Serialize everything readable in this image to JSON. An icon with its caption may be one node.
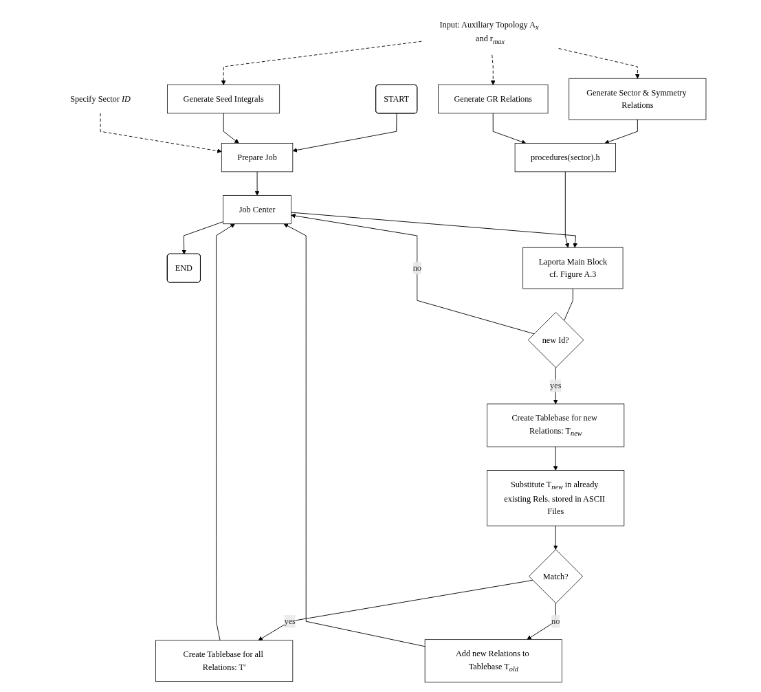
{
  "diagram": {
    "nodes": [
      {
        "text": [
          "START"
        ]
      },
      {
        "text": [
          "Generate Seed Integrals"
        ]
      },
      {
        "text": [
          "Prepare Job"
        ]
      },
      {
        "text": [
          "Specify Sector *ID*"
        ]
      },
      {
        "text": [
          "Input: Auxiliary Topology A$_{x}$ and r$_{max}$"
        ]
      },
      {
        "text": [
          "Job Center"
        ]
      },
      {
        "text": [
          "Create Tablebase for all Relations: T′"
        ]
      },
      {
        "text": [
          "END"
        ]
      },
      {
        "text": [
          "Add new Relations to Tablebase T$_{old}$"
        ]
      },
      {
        "text": [
          "Match?"
        ]
      },
      {
        "text": [
          "Generate Sector & Symmetry Relations"
        ]
      },
      {
        "text": [
          "Laporta Main Block",
          "cf. Figure A.3"
        ]
      },
      {
        "text": [
          "procedures(sector).h"
        ]
      },
      {
        "text": [
          "Substitute T$_{new}$ in already existing Rels. stored in ASCII Files"
        ]
      },
      {
        "text": [
          "Generate GR Relations"
        ]
      },
      {
        "text": [
          "Create Tablebase for new Relations: T$_{new}$"
        ]
      },
      {
        "text": [
          "new Id?"
        ]
      }
    ],
    "edges": [
      {
        "from": 0,
        "to": 2,
        "arrow": "to"
      },
      {
        "from": 1,
        "to": 2,
        "arrow": "to"
      },
      {
        "from": 3,
        "to": 2,
        "arrow": "to",
        "style": "dashed"
      },
      {
        "from": 4,
        "to": 1,
        "arrow": "to",
        "style": "dashed"
      },
      {
        "from": 4,
        "to": 10,
        "arrow": "to",
        "style": "dashed"
      },
      {
        "from": 4,
        "to": 14,
        "arrow": "to",
        "style": "dashed"
      },
      {
        "from": 2,
        "to": 5,
        "arrow": "to"
      },
      {
        "from": 6,
        "to": 5,
        "arrow": "to"
      },
      {
        "from": 5,
        "to": 7,
        "arrow": "to"
      },
      {
        "from": 9,
        "to": 6,
        "arrow": "to",
        "label": "yes"
      },
      {
        "from": 8,
        "to": 5,
        "arrow": "to"
      },
      {
        "from": 5,
        "to": 11,
        "arrow": "to"
      },
      {
        "from": 10,
        "to": 12,
        "arrow": "to"
      },
      {
        "from": 14,
        "to": 12,
        "arrow": "to"
      },
      {
        "from": 12,
        "to": 11,
        "arrow": "to"
      },
      {
        "from": 11,
        "to": 16,
        "arrow": "none"
      },
      {
        "from": 16,
        "to": 5,
        "arrow": "to",
        "label": "no"
      },
      {
        "from": 16,
        "to": 15,
        "arrow": "to",
        "label": "yes"
      },
      {
        "from": 15,
        "to": 13,
        "arrow": "to"
      },
      {
        "from": 13,
        "to": 9,
        "arrow": "to"
      },
      {
        "from": 9,
        "to": 8,
        "arrow": "to",
        "label": "no"
      }
    ]
  }
}
